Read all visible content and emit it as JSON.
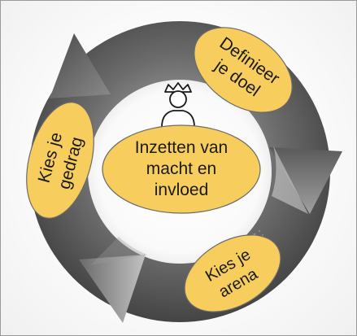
{
  "center": {
    "line1": "Inzetten van",
    "line2": "macht en",
    "line3": "invloed"
  },
  "steps": [
    {
      "line1": "Definieer",
      "line2": "je doel"
    },
    {
      "line1": "Kies je",
      "line2": "arena"
    },
    {
      "line1": "Kies je",
      "line2": "gedrag"
    }
  ],
  "colors": {
    "bubble_fill": "#f7cd5e",
    "bubble_stroke": "#6b6b6b",
    "cycle_dark": "#3d3d3d",
    "cycle_mid": "#6e6e6e",
    "cycle_light": "#9b9b9b"
  },
  "icons": [
    "person-with-crown-icon"
  ]
}
